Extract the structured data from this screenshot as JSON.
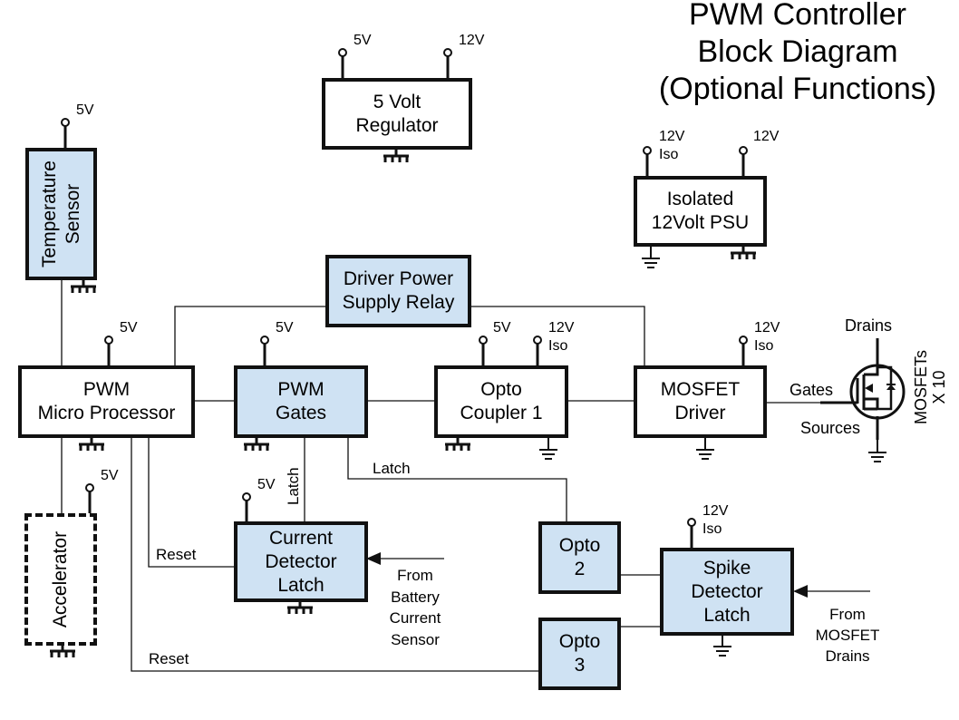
{
  "title": "PWM Controller\nBlock Diagram\n(Optional Functions)",
  "blocks": {
    "regulator": "5 Volt\nRegulator",
    "temp_sensor": "Temperature\nSensor",
    "isolated_psu": "Isolated\n12Volt PSU",
    "relay": "Driver Power\nSupply Relay",
    "micro": "PWM\nMicro Processor",
    "gates": "PWM\nGates",
    "opto1": "Opto\nCoupler 1",
    "mosfet_driver": "MOSFET\nDriver",
    "accelerator": "Accelerator",
    "current_latch": "Current\nDetector\nLatch",
    "opto2": "Opto\n2",
    "opto3": "Opto\n3",
    "spike_latch": "Spike\nDetector\nLatch"
  },
  "power_labels": {
    "v5": "5V",
    "v12": "12V",
    "v12iso": "12V\nIso"
  },
  "signals": {
    "latch": "Latch",
    "reset": "Reset",
    "from_battery": "From\nBattery\nCurrent\nSensor",
    "from_mosfet": "From\nMOSFET\nDrains",
    "drains": "Drains",
    "gates": "Gates",
    "sources": "Sources",
    "mosfets": "MOSFETs\nX 10"
  },
  "colors": {
    "block_fill": "#cfe2f3",
    "outline": "#111111"
  }
}
